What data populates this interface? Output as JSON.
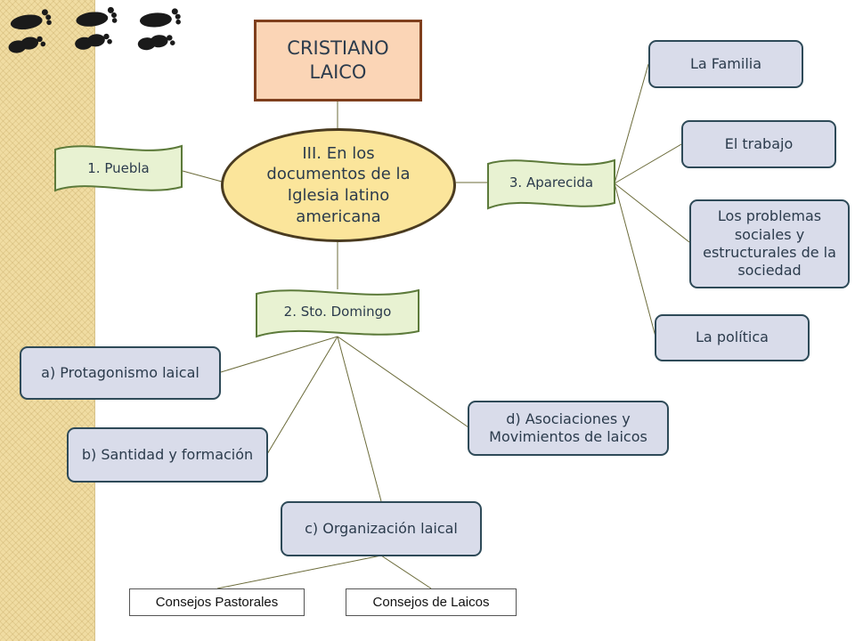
{
  "title": "CRISTIANO LAICO",
  "center": "III. En los documentos de la Iglesia latino americana",
  "ribbons": {
    "puebla": "1. Puebla",
    "sto_domingo": "2. Sto. Domingo",
    "aparecida": "3. Aparecida"
  },
  "aparecida_items": [
    "La Familia",
    "El trabajo",
    "Los problemas sociales y estructurales de la sociedad",
    "La política"
  ],
  "domingo_items": {
    "a": "a) Protagonismo laical",
    "b": "b) Santidad y formación",
    "c": "c) Organización laical",
    "d": "d) Asociaciones y Movimientos de laicos"
  },
  "consejos": [
    "Consejos Pastorales",
    "Consejos de Laicos"
  ],
  "colors": {
    "blue_fill": "#d9dcea",
    "blue_border": "#2e4a58",
    "title_fill": "#fbd5b6",
    "center_fill": "#fbe59b",
    "ribbon_fill": "#e8f2d2",
    "ribbon_border": "#5c7a3a",
    "strip": "#f0dca2"
  },
  "decor_icon": "footprints-icon"
}
